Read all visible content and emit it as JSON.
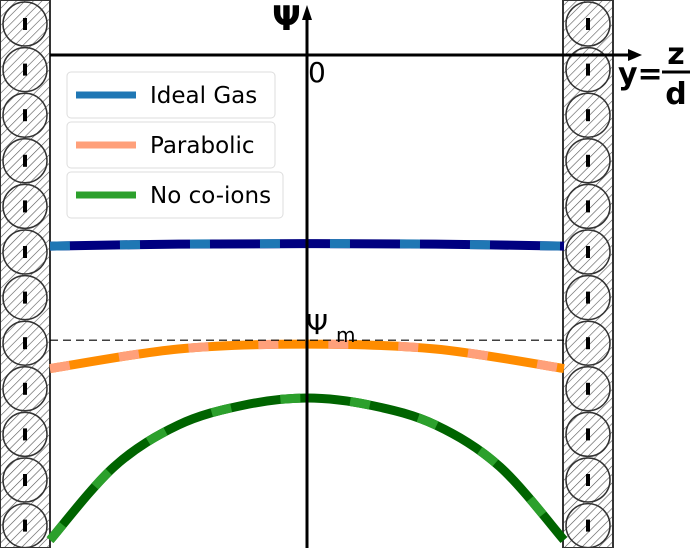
{
  "chart_data": {
    "type": "line",
    "title": "",
    "xlabel": {
      "lhs": "y=",
      "num": "z",
      "den": "d"
    },
    "ylabel": "Ψ",
    "origin_label": "0",
    "psi_m_label": {
      "base": "Ψ",
      "sub": "m"
    },
    "xlim": [
      -1,
      1
    ],
    "ylim": [
      -1.0,
      0.0
    ],
    "grid": false,
    "legend_position": "upper-left",
    "legend": [
      {
        "label": "Ideal Gas",
        "color": "#1f77b4"
      },
      {
        "label": "Parabolic",
        "color": "#ffa07a"
      },
      {
        "label": "No co-ions",
        "color": "#2ca02c"
      }
    ],
    "series": [
      {
        "x": [
          -1,
          -0.5,
          0,
          0.5,
          1
        ],
        "y": [
          -0.39,
          -0.386,
          -0.385,
          -0.386,
          -0.39
        ],
        "color": "#000080",
        "dash_color": "#1f77b4"
      },
      {
        "x": [
          -1,
          -0.5,
          0,
          0.5,
          1
        ],
        "y": [
          -0.64,
          -0.6,
          -0.59,
          -0.6,
          -0.64
        ],
        "color": "#ff8c00",
        "dash_color": "#ffa07a"
      },
      {
        "x": [
          -1,
          -0.75,
          -0.5,
          -0.25,
          0,
          0.25,
          0.5,
          0.75,
          1
        ],
        "y": [
          -0.99,
          -0.84,
          -0.755,
          -0.715,
          -0.7,
          -0.715,
          -0.755,
          -0.84,
          -0.99
        ],
        "color": "#006400",
        "dash_color": "#2ca02c"
      }
    ],
    "psi_m_value": -0.582
  },
  "walls": {
    "fill": "#c8c8c8",
    "stroke": "#333333"
  }
}
